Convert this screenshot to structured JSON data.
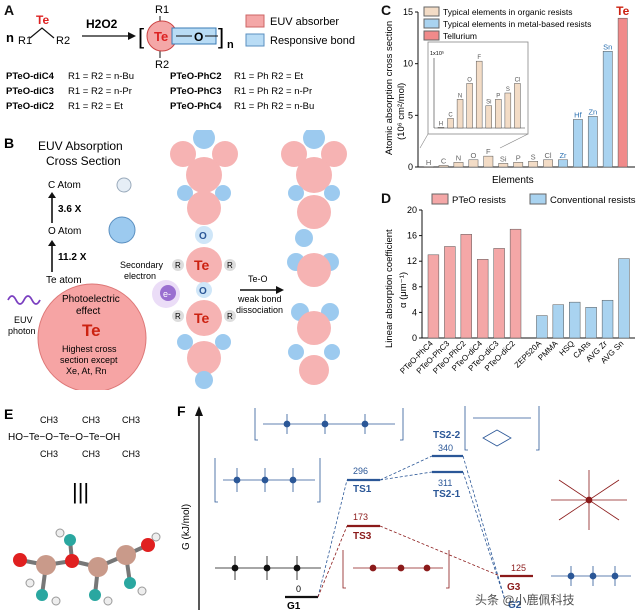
{
  "panels": {
    "A": {
      "label": "A",
      "reagent": "H2O2",
      "r1": "R1",
      "r2": "R2",
      "te": "Te",
      "o": "O",
      "n_left": "n",
      "n_right": "n",
      "legend": [
        {
          "text": "EUV absorber",
          "color": "#f4a7a7"
        },
        {
          "text": "Responsive bond",
          "color": "#b9dcf5"
        }
      ],
      "compounds": [
        {
          "name": "PTeO-diC4",
          "sub": "R1 = R2 = n-Bu"
        },
        {
          "name": "PTeO-diC3",
          "sub": "R1 = R2 = n-Pr"
        },
        {
          "name": "PTeO-diC2",
          "sub": "R1 = R2 = Et"
        },
        {
          "name": "PTeO-PhC2",
          "sub": "R1 = Ph   R2 = Et"
        },
        {
          "name": "PTeO-PhC3",
          "sub": "R1 = Ph   R2 = n-Pr"
        },
        {
          "name": "PTeO-PhC4",
          "sub": "R1 = Ph   R2 = n-Bu"
        }
      ]
    },
    "B": {
      "label": "B",
      "title1": "EUV Absorption",
      "title2": "Cross Section",
      "c_atom": "C Atom",
      "o_atom": "O Atom",
      "te_atom": "Te atom",
      "ratio1": "3.6 X",
      "ratio2": "11.2 X",
      "euv": "EUV",
      "photon": "photon",
      "big_text1": "Photoelectric",
      "big_text2": "effect",
      "big_te": "Te",
      "big_text3": "Highest cross",
      "big_text4": "section except",
      "big_text5": "Xe, At, Rn",
      "secondary1": "Secondary",
      "secondary2": "electron",
      "electron": "e-",
      "te": "Te",
      "o": "O",
      "r": "R",
      "arrow1": "Te-O",
      "arrow2": "weak bond",
      "arrow3": "dissociation"
    },
    "C": {
      "label": "C",
      "legend": [
        {
          "text": "Typical elements in organic resists",
          "color": "#f3dcc6"
        },
        {
          "text": "Typical elements in metal-based resists",
          "color": "#a9d3f0"
        },
        {
          "text": "Tellurium",
          "color": "#f08a8a"
        }
      ],
      "ylabel1": "Atomic absorption cross section",
      "ylabel2": "(10⁶ cm²/mol)",
      "xlabel": "Elements",
      "inset_ytick": "1x10⁵"
    },
    "D": {
      "label": "D",
      "legend": [
        {
          "text": "PTeO resists",
          "color": "#f4a7a7"
        },
        {
          "text": "Conventional resists",
          "color": "#a9d3f0"
        }
      ],
      "ylabel1": "Linear absorption coefficient",
      "ylabel2": "α (μm⁻¹)"
    },
    "E": {
      "label": "E",
      "ch3": "CH3",
      "formula": "HO−Te−O−Te−O−Te−OH",
      "equiv": "|||"
    },
    "F": {
      "label": "F",
      "ylabel": "G (kJ/mol)",
      "states": [
        {
          "name": "G1",
          "value": "0",
          "color": "#111111"
        },
        {
          "name": "TS1",
          "value": "296",
          "color": "#2b5797"
        },
        {
          "name": "TS2-2",
          "value": "340",
          "color": "#2b5797"
        },
        {
          "name": "TS2-1",
          "value": "311",
          "color": "#2b5797"
        },
        {
          "name": "TS3",
          "value": "173",
          "color": "#8b1a1a"
        },
        {
          "name": "G3",
          "value": "125",
          "color": "#8b1a1a"
        },
        {
          "name": "G2",
          "value": "",
          "color": "#2b5797"
        }
      ],
      "watermark": "头条 @小鹿佩科技"
    }
  },
  "chart_data": [
    {
      "type": "bar",
      "title": "",
      "xlabel": "Elements",
      "ylabel": "Atomic absorption cross section (10⁶ cm²/mol)",
      "ylim": [
        0,
        15
      ],
      "categories": [
        "H",
        "C",
        "N",
        "O",
        "F",
        "Si",
        "P",
        "S",
        "Cl",
        "Zr",
        "Hf",
        "Zn",
        "Sn",
        "Te"
      ],
      "values": [
        0.01,
        0.15,
        0.45,
        0.7,
        1.05,
        0.35,
        0.45,
        0.55,
        0.7,
        0.7,
        4.6,
        4.9,
        11.2,
        14.4
      ],
      "groups": [
        "organic",
        "organic",
        "organic",
        "organic",
        "organic",
        "organic",
        "organic",
        "organic",
        "organic",
        "metal",
        "metal",
        "metal",
        "metal",
        "tellurium"
      ],
      "yticks": [
        0,
        5,
        10,
        15
      ]
    },
    {
      "type": "bar",
      "title": "",
      "xlabel": "",
      "ylabel": "Linear absorption coefficient α (μm⁻¹)",
      "ylim": [
        0,
        20
      ],
      "categories": [
        "PTeO-PhC4",
        "PTeO-PhC3",
        "PTeO-PhC2",
        "PTeO-diC4",
        "PTeO-diC3",
        "PTeO-diC2",
        "ZEP520A",
        "PMMA",
        "HSQ",
        "CARs",
        "AVG Zr",
        "AVG Sn"
      ],
      "values": [
        13.0,
        14.3,
        16.2,
        12.3,
        14.0,
        17.0,
        3.5,
        5.2,
        5.6,
        4.8,
        5.9,
        12.4
      ],
      "groups": [
        "ptoe",
        "ptoe",
        "ptoe",
        "ptoe",
        "ptoe",
        "ptoe",
        "conv",
        "conv",
        "conv",
        "conv",
        "conv",
        "conv"
      ],
      "yticks": [
        0,
        4,
        8,
        12,
        16,
        20
      ]
    }
  ]
}
